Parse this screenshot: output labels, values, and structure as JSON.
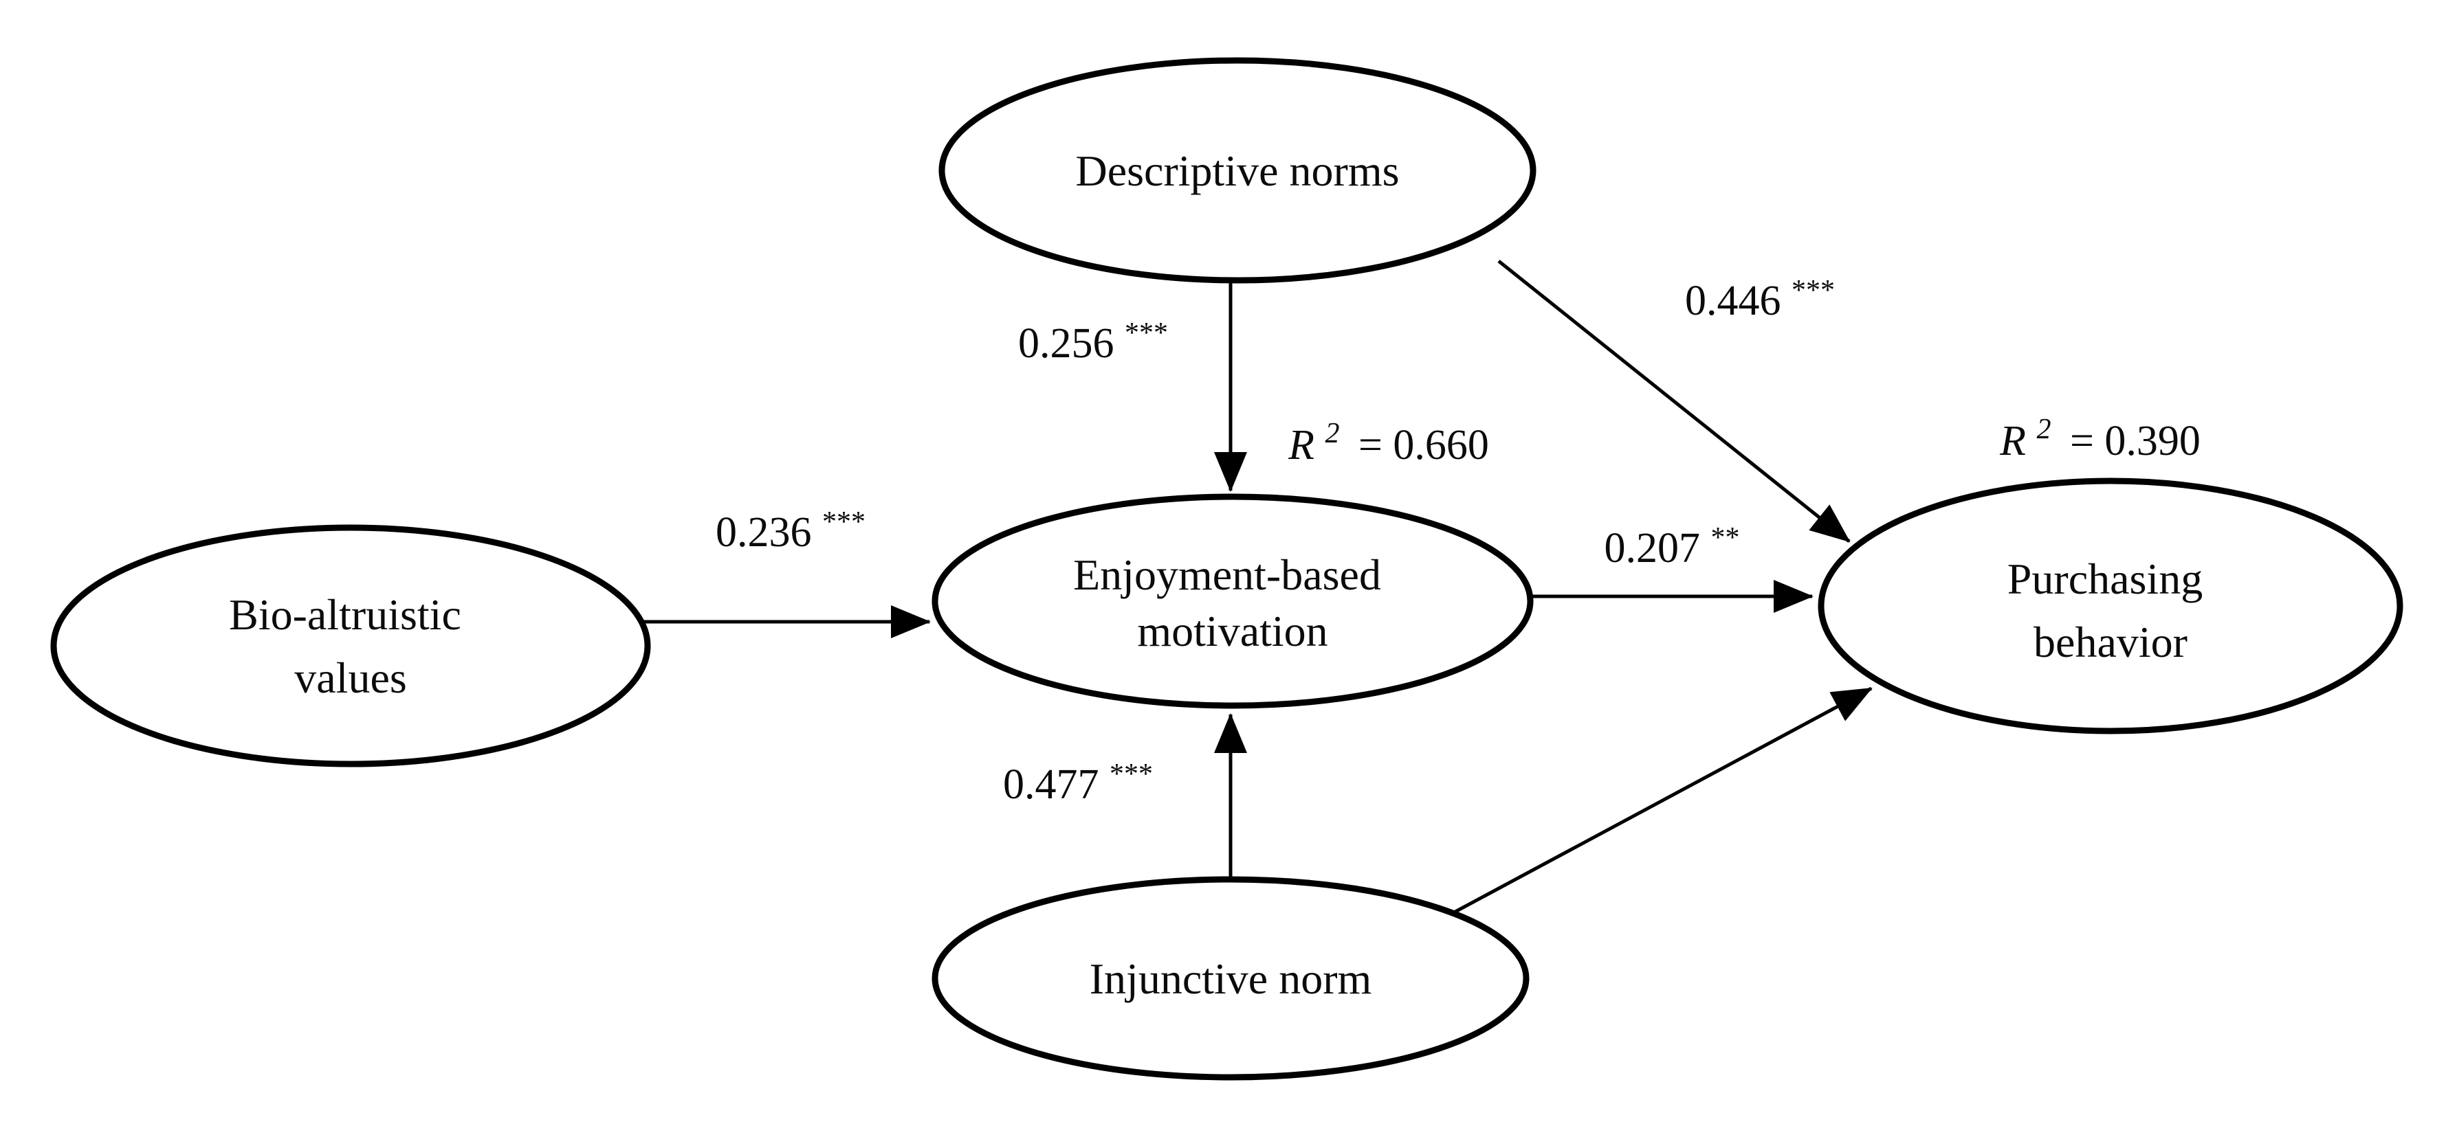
{
  "diagram": {
    "title": "SEM path model of purchasing behavior",
    "type": "path-diagram",
    "colors": {
      "background": "#ffffff",
      "stroke": "#000000",
      "text": "#0b0b0b"
    },
    "nodes": [
      {
        "id": "descriptive-norms",
        "label": "Descriptive norms",
        "lines": [
          "Descriptive norms"
        ]
      },
      {
        "id": "bio-altruistic-values",
        "label": "Bio-altruistic values",
        "lines": [
          "Bio-altruistic",
          "values"
        ]
      },
      {
        "id": "enjoyment-based-motivation",
        "label": "Enjoyment-based motivation",
        "lines": [
          "Enjoyment-based",
          "motivation"
        ]
      },
      {
        "id": "injunctive-norm",
        "label": "Injunctive norm",
        "lines": [
          "Injunctive norm"
        ]
      },
      {
        "id": "purchasing-behavior",
        "label": "Purchasing behavior",
        "lines": [
          "Purchasing",
          "behavior"
        ]
      }
    ],
    "paths": [
      {
        "from": "bio-altruistic-values",
        "to": "enjoyment-based-motivation",
        "coefficient": "0.236",
        "significance": "***",
        "label": "0.236***"
      },
      {
        "from": "descriptive-norms",
        "to": "enjoyment-based-motivation",
        "coefficient": "0.256",
        "significance": "***",
        "label": "0.256***"
      },
      {
        "from": "descriptive-norms",
        "to": "purchasing-behavior",
        "coefficient": "0.446",
        "significance": "***",
        "label": "0.446***"
      },
      {
        "from": "injunctive-norm",
        "to": "enjoyment-based-motivation",
        "coefficient": "0.477",
        "significance": "***",
        "label": "0.477***"
      },
      {
        "from": "enjoyment-based-motivation",
        "to": "purchasing-behavior",
        "coefficient": "0.207",
        "significance": "**",
        "label": "0.207**"
      },
      {
        "from": "injunctive-norm",
        "to": "purchasing-behavior",
        "coefficient": "",
        "significance": "",
        "label": ""
      }
    ],
    "r_squared": [
      {
        "node": "enjoyment-based-motivation",
        "symbol": "R",
        "superscript": "2",
        "equals_value": "= 0.660",
        "value": "0.660",
        "label": "R² = 0.660"
      },
      {
        "node": "purchasing-behavior",
        "symbol": "R",
        "superscript": "2",
        "equals_value": "= 0.390",
        "value": "0.390",
        "label": "R² = 0.390"
      }
    ]
  }
}
